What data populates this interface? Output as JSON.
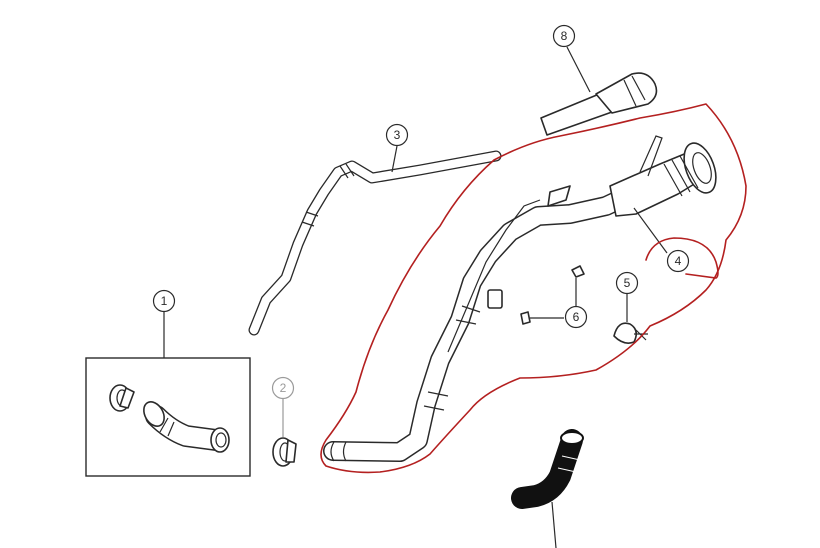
{
  "diagram": {
    "colors": {
      "line": "#2a2a2a",
      "muted_callout": "#9a9a9a",
      "annotation": "#b42020",
      "background": "#ffffff",
      "hose_black": "#111111"
    },
    "callouts": [
      {
        "id": "1",
        "label": "1"
      },
      {
        "id": "2",
        "label": "2"
      },
      {
        "id": "3",
        "label": "3"
      },
      {
        "id": "4",
        "label": "4"
      },
      {
        "id": "5",
        "label": "5"
      },
      {
        "id": "6",
        "label": "6"
      },
      {
        "id": "8",
        "label": "8"
      }
    ]
  }
}
